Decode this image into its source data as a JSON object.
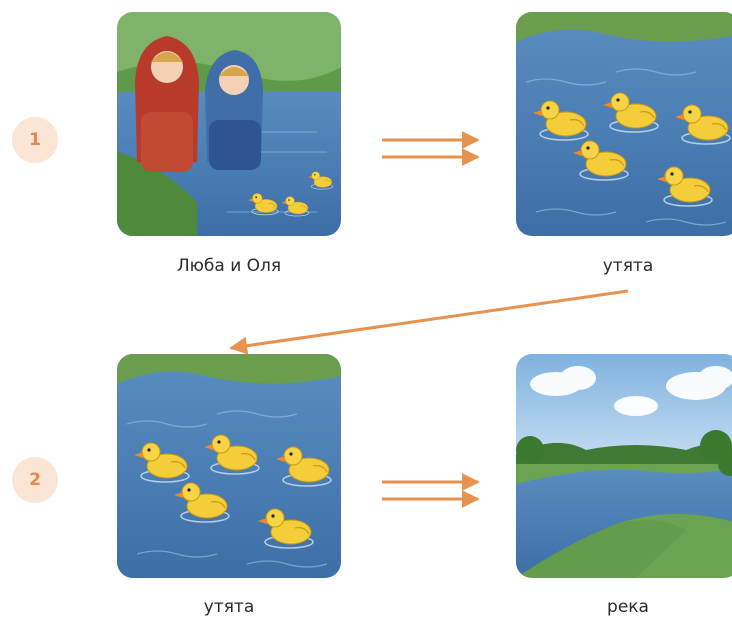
{
  "rows": [
    {
      "step": "1",
      "left": {
        "caption": "Люба и Оля",
        "picture": "two-girls-by-river-with-ducklings"
      },
      "right": {
        "caption": "утята",
        "picture": "ducklings-swimming"
      }
    },
    {
      "step": "2",
      "left": {
        "caption": "утята",
        "picture": "ducklings-swimming"
      },
      "right": {
        "caption": "река",
        "picture": "river-landscape"
      }
    }
  ],
  "colors": {
    "accent": "#e08b4f",
    "badge_bg": "#fbe6d6",
    "arrow": "#e8924f"
  }
}
